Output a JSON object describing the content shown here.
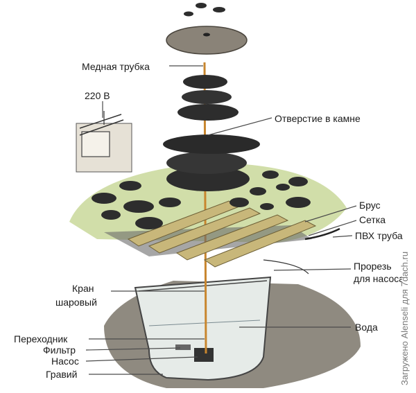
{
  "labels": {
    "copper_tube": "Медная трубка",
    "voltage": "220 В",
    "stone_hole": "Отверстие в камне",
    "beam": "Брус",
    "mesh": "Сетка",
    "pvc_tube": "ПВХ труба",
    "slot_line1": "Прорезь",
    "slot_line2": "для насоса",
    "valve_line1": "Кран",
    "valve_line2": "шаровый",
    "water": "Вода",
    "adapter": "Переходник",
    "filter": "Фильтр",
    "pump": "Насос",
    "gravel": "Гравий"
  },
  "watermark": "Загружено Alenseli для 7dach.ru",
  "colors": {
    "stone": "#2d2d2d",
    "stone_light": "#8a8378",
    "wood": "#c8b77a",
    "grass": "#c9d89a",
    "ground": "#9a948a",
    "container": "#dfe3e0",
    "tube": "#c8862e"
  }
}
